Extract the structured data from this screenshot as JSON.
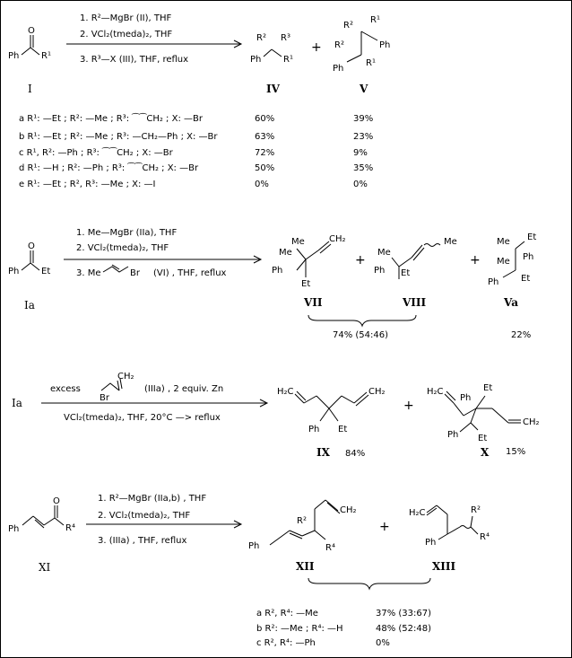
{
  "scheme1": {
    "reagent1": "1. R²—MgBr (II), THF",
    "reagent2": "2. VCl₂(tmeda)₂, THF",
    "reagent3": "3. R³—X (III), THF, reflux",
    "start_label": "I",
    "prod_iv": "IV",
    "prod_v": "V",
    "rows": [
      {
        "sub": "a R¹: —Et ; R²: —Me ; R³: ⁀⁀CH₂ ; X: —Br",
        "iv": "60%",
        "v": "39%"
      },
      {
        "sub": "b R¹: —Et ; R²: —Me ; R³: —CH₂—Ph ; X: —Br",
        "iv": "63%",
        "v": "23%"
      },
      {
        "sub": "c R¹, R²: —Ph ; R³: ⁀⁀CH₂ ; X: —Br",
        "iv": "72%",
        "v": "9%"
      },
      {
        "sub": "d R¹: —H ; R²: —Ph ; R³: ⁀⁀CH₂ ; X: —Br",
        "iv": "50%",
        "v": "35%"
      },
      {
        "sub": "e R¹: —Et ; R², R³: —Me ; X: —I",
        "iv": "0%",
        "v": "0%"
      }
    ]
  },
  "scheme2": {
    "reagent1": "1. Me—MgBr (IIa), THF",
    "reagent2": "2. VCl₂(tmeda)₂, THF",
    "reagent3_suffix": "(VI) , THF, reflux",
    "start_label": "Ia",
    "prod_vii": "VII",
    "prod_viii": "VIII",
    "prod_va": "Va",
    "yield_vii_viii": "74% (54:46)",
    "yield_va": "22%"
  },
  "scheme3": {
    "start_label": "Ia",
    "reagent1": "excess",
    "reagent1b": "(IIIa) , 2 equiv. Zn",
    "reagent2": "VCl₂(tmeda)₂, THF, 20°C —> reflux",
    "prod_ix": "IX",
    "prod_x": "X",
    "yield_ix": "84%",
    "yield_x": "15%"
  },
  "scheme4": {
    "reagent1": "1. R²—MgBr (IIa,b) , THF",
    "reagent2": "2. VCl₂(tmeda)₂, THF",
    "reagent3": "3. (IIIa) , THF, reflux",
    "start_label": "XI",
    "prod_xii": "XII",
    "prod_xiii": "XIII",
    "rows": [
      {
        "sub": "a R², R⁴: —Me",
        "y": "37% (33:67)"
      },
      {
        "sub": "b R²: —Me ; R⁴: —H",
        "y": "48% (52:48)"
      },
      {
        "sub": "c R², R⁴: —Ph",
        "y": "0%"
      }
    ]
  }
}
